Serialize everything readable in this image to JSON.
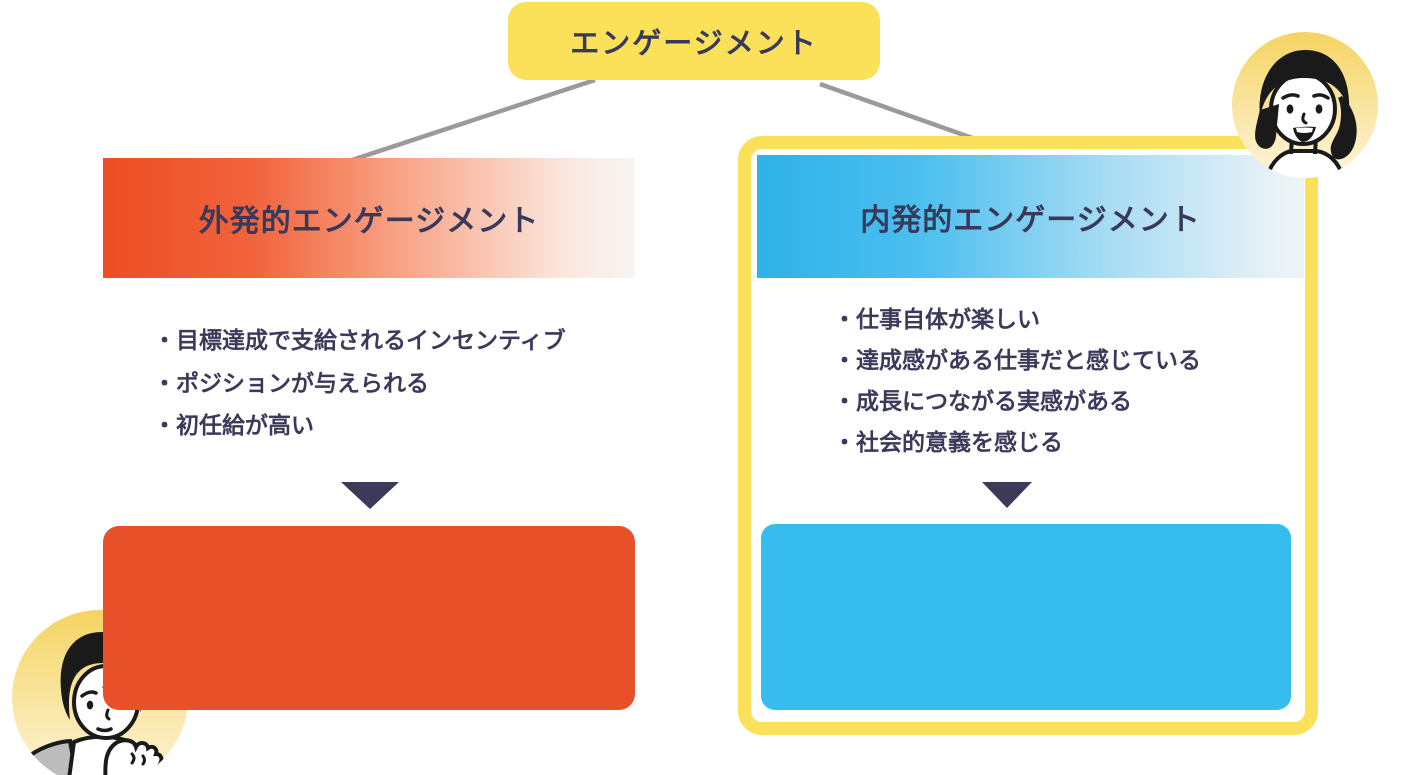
{
  "root_node": {
    "label": "エンゲージメント"
  },
  "left_branch": {
    "title": "外発的エンゲージメント",
    "bullets": [
      "・目標達成で支給されるインセンティブ",
      "・ポジションが与えられる",
      "・初任給が高い"
    ]
  },
  "right_branch": {
    "title": "内発的エンゲージメント",
    "bullets": [
      "・仕事自体が楽しい",
      "・達成感がある仕事だと感じている",
      "・成長につながる実感がある",
      "・社会的意義を感じる"
    ]
  },
  "icons": {
    "arrow_down_glyph": "▼",
    "female_avatar": "female-avatar-illustration",
    "male_avatar": "male-thinking-avatar-illustration"
  },
  "colors": {
    "background": "#FFFFFF",
    "root_node_bg": "#FBE05A",
    "panel_border": "#FBE05A",
    "text_navy": "#3A3A5B",
    "left_header_gradient_start": "#ED4D24",
    "left_header_gradient_end": "#F8F5F3",
    "left_result_box": "#E8502A",
    "right_header_gradient_start": "#2EB2E8",
    "right_header_gradient_end": "#EFF4F6",
    "right_result_box": "#36BCEE",
    "connector_line": "#9A9A9A",
    "avatar_circle_top": "#F5D462",
    "avatar_circle_bottom": "#FDF5DC"
  }
}
